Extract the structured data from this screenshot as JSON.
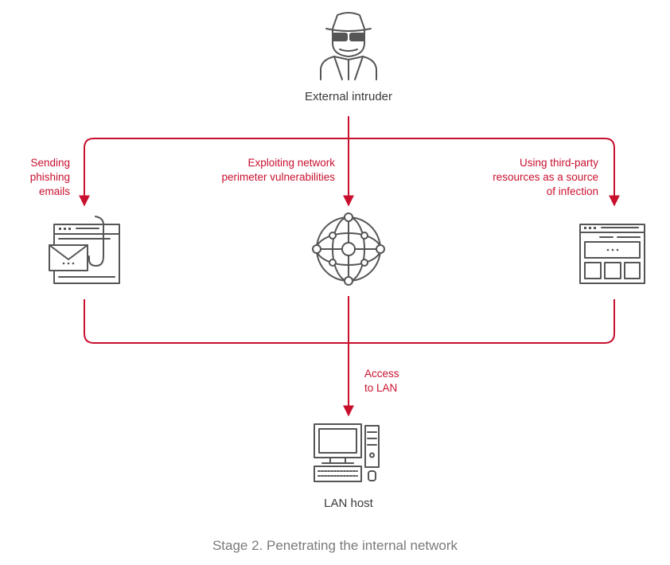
{
  "diagram": {
    "nodes": {
      "intruder": {
        "label": "External intruder",
        "icon": "intruder-icon"
      },
      "phishing": {
        "icon": "phishing-email-icon"
      },
      "network": {
        "icon": "network-globe-icon"
      },
      "third_party": {
        "icon": "web-page-icon"
      },
      "lan_host": {
        "label": "LAN host",
        "icon": "desktop-computer-icon"
      }
    },
    "edges": {
      "phishing": {
        "label_lines": [
          "Sending",
          "phishing",
          "emails"
        ]
      },
      "perimeter": {
        "label_lines": [
          "Exploiting network",
          "perimeter vulnerabilities"
        ]
      },
      "third_party": {
        "label_lines": [
          "Using third-party",
          "resources as a source",
          "of infection"
        ]
      },
      "lan": {
        "label_lines": [
          "Access",
          "to LAN"
        ]
      }
    },
    "caption": "Stage 2. Penetrating the internal network",
    "colors": {
      "arrow": "#c8102e",
      "icon": "#555555",
      "node_text": "#3a3a3a",
      "caption_text": "#7a7a7a"
    }
  }
}
